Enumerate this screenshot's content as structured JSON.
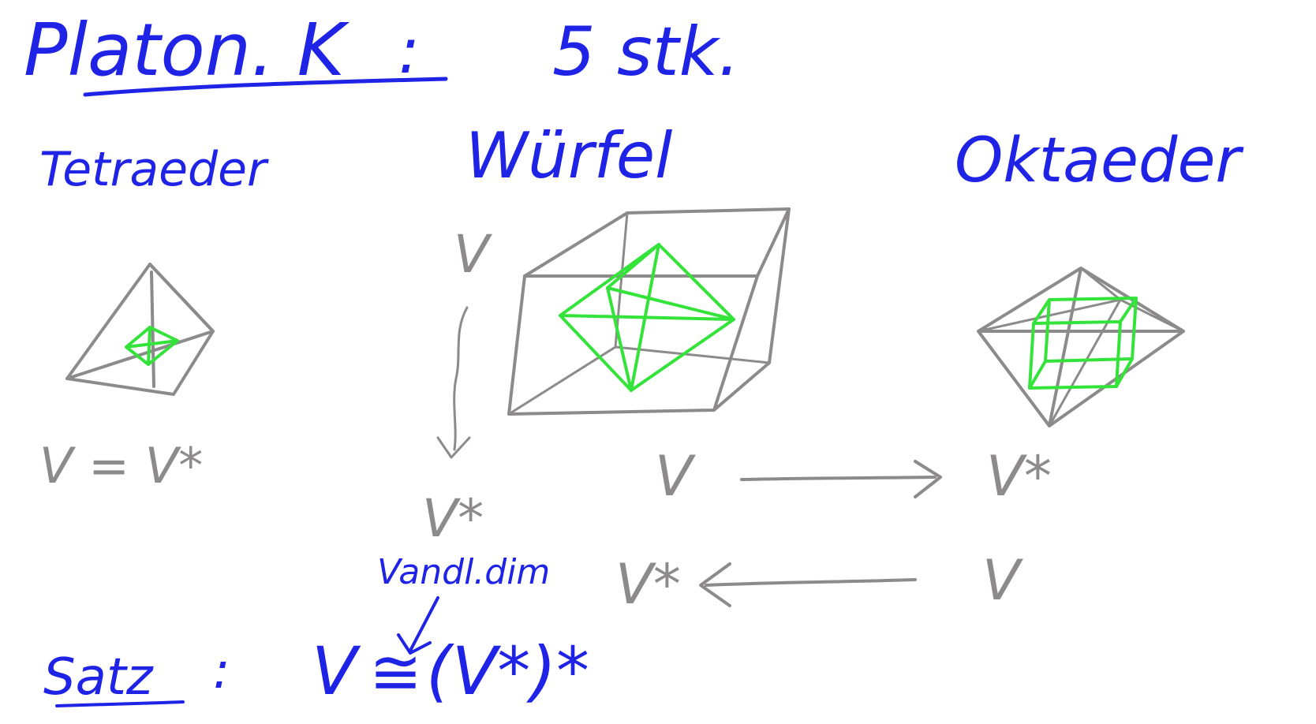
{
  "heading": {
    "title": "Platon. K",
    "colon": ":",
    "count": "5 stk."
  },
  "solids": {
    "tetrahedron": {
      "name": "Tetraeder",
      "relation": "V = V*"
    },
    "cube": {
      "name": "Würfel",
      "v_top": "V",
      "v_dual": "V*",
      "v_right": "V",
      "v_bottom": "V*"
    },
    "octahedron": {
      "name": "Oktaeder",
      "v_dual": "V*",
      "v_plain": "V"
    }
  },
  "annotation": "Vandl.dim",
  "theorem": {
    "label": "Satz",
    "colon": ":",
    "lhs": "V",
    "relation": "≅",
    "rhs": "(V*)*"
  },
  "colors": {
    "ink_blue": "#1f23e6",
    "ink_gray": "#8c8a8a",
    "ink_green": "#33e33a"
  }
}
